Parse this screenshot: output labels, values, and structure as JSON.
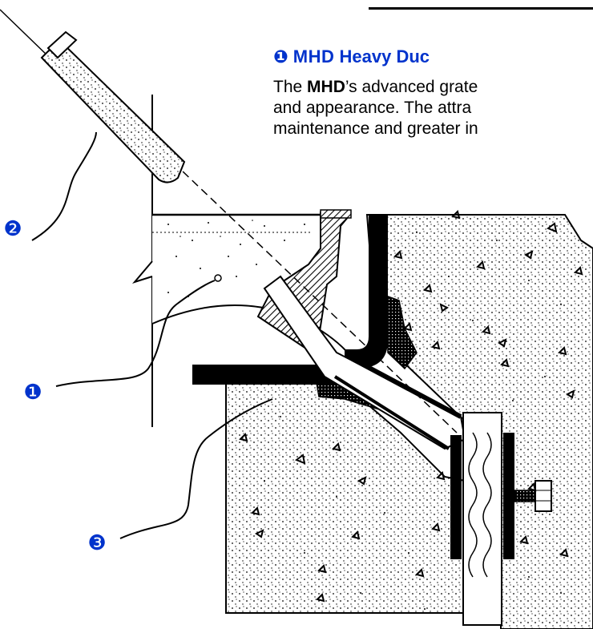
{
  "heading": {
    "number_glyph": "❶",
    "brand": "MHD",
    "title_rest": "Heavy Duc"
  },
  "description": {
    "line1_prefix": "The ",
    "line1_bold": "MHD",
    "line1_suffix": "’s advanced grate",
    "line2": "and appearance. The attra",
    "line3": "maintenance and greater in"
  },
  "callouts": [
    {
      "label": "❷"
    },
    {
      "label": "❶"
    },
    {
      "label": "❸"
    }
  ],
  "colors": {
    "accent": "#0033cc",
    "ink": "#000000",
    "background": "#ffffff"
  }
}
